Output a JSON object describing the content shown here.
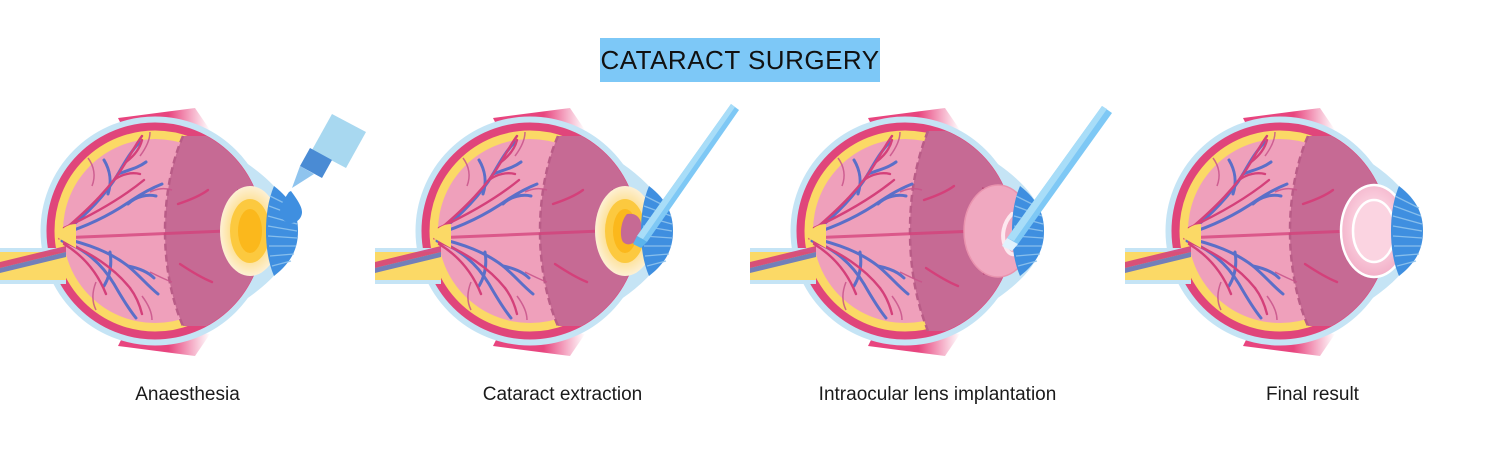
{
  "header": {
    "title": "CATARACT SURGERY",
    "banner_color": "#7dc8f7",
    "title_color": "#111111"
  },
  "palette": {
    "sclera_outer": "#c5e4f5",
    "sclera_rim": "#e0457b",
    "choroid_yellow": "#fbd966",
    "retina_pink": "#efa0bb",
    "vitreous_mauve": "#c66a94",
    "vein_blue": "#5b6fc8",
    "artery_crimson": "#d4407a",
    "iris_blue": "#3f8fe0",
    "cataract_lens": "#fbb81c",
    "cataract_halo": "#fce8b8",
    "iol_clear": "#f7c8d8",
    "instrument_blue": "#7ec8f5",
    "dropper_body": "#a8d8f0",
    "dropper_cap": "#4a8bd4",
    "muscle_pink": "#e8457f",
    "optic_nerve_yellow": "#fbd966"
  },
  "steps": [
    {
      "id": "step-anaesthesia",
      "caption": "Anaesthesia",
      "lens_state": "cataract",
      "instrument": "eye-drop-bottle",
      "instrument_name": "dropper-icon"
    },
    {
      "id": "step-cataract-extraction",
      "caption": "Cataract extraction",
      "lens_state": "cataract-being-removed",
      "instrument": "phaco-probe",
      "instrument_name": "surgical-probe-icon"
    },
    {
      "id": "step-iol-implantation",
      "caption": "Intraocular lens implantation",
      "lens_state": "empty-capsule",
      "instrument": "iol-injector",
      "instrument_name": "lens-injector-icon"
    },
    {
      "id": "step-final-result",
      "caption": "Final result",
      "lens_state": "artificial-iol",
      "instrument": "none",
      "instrument_name": "none"
    }
  ]
}
